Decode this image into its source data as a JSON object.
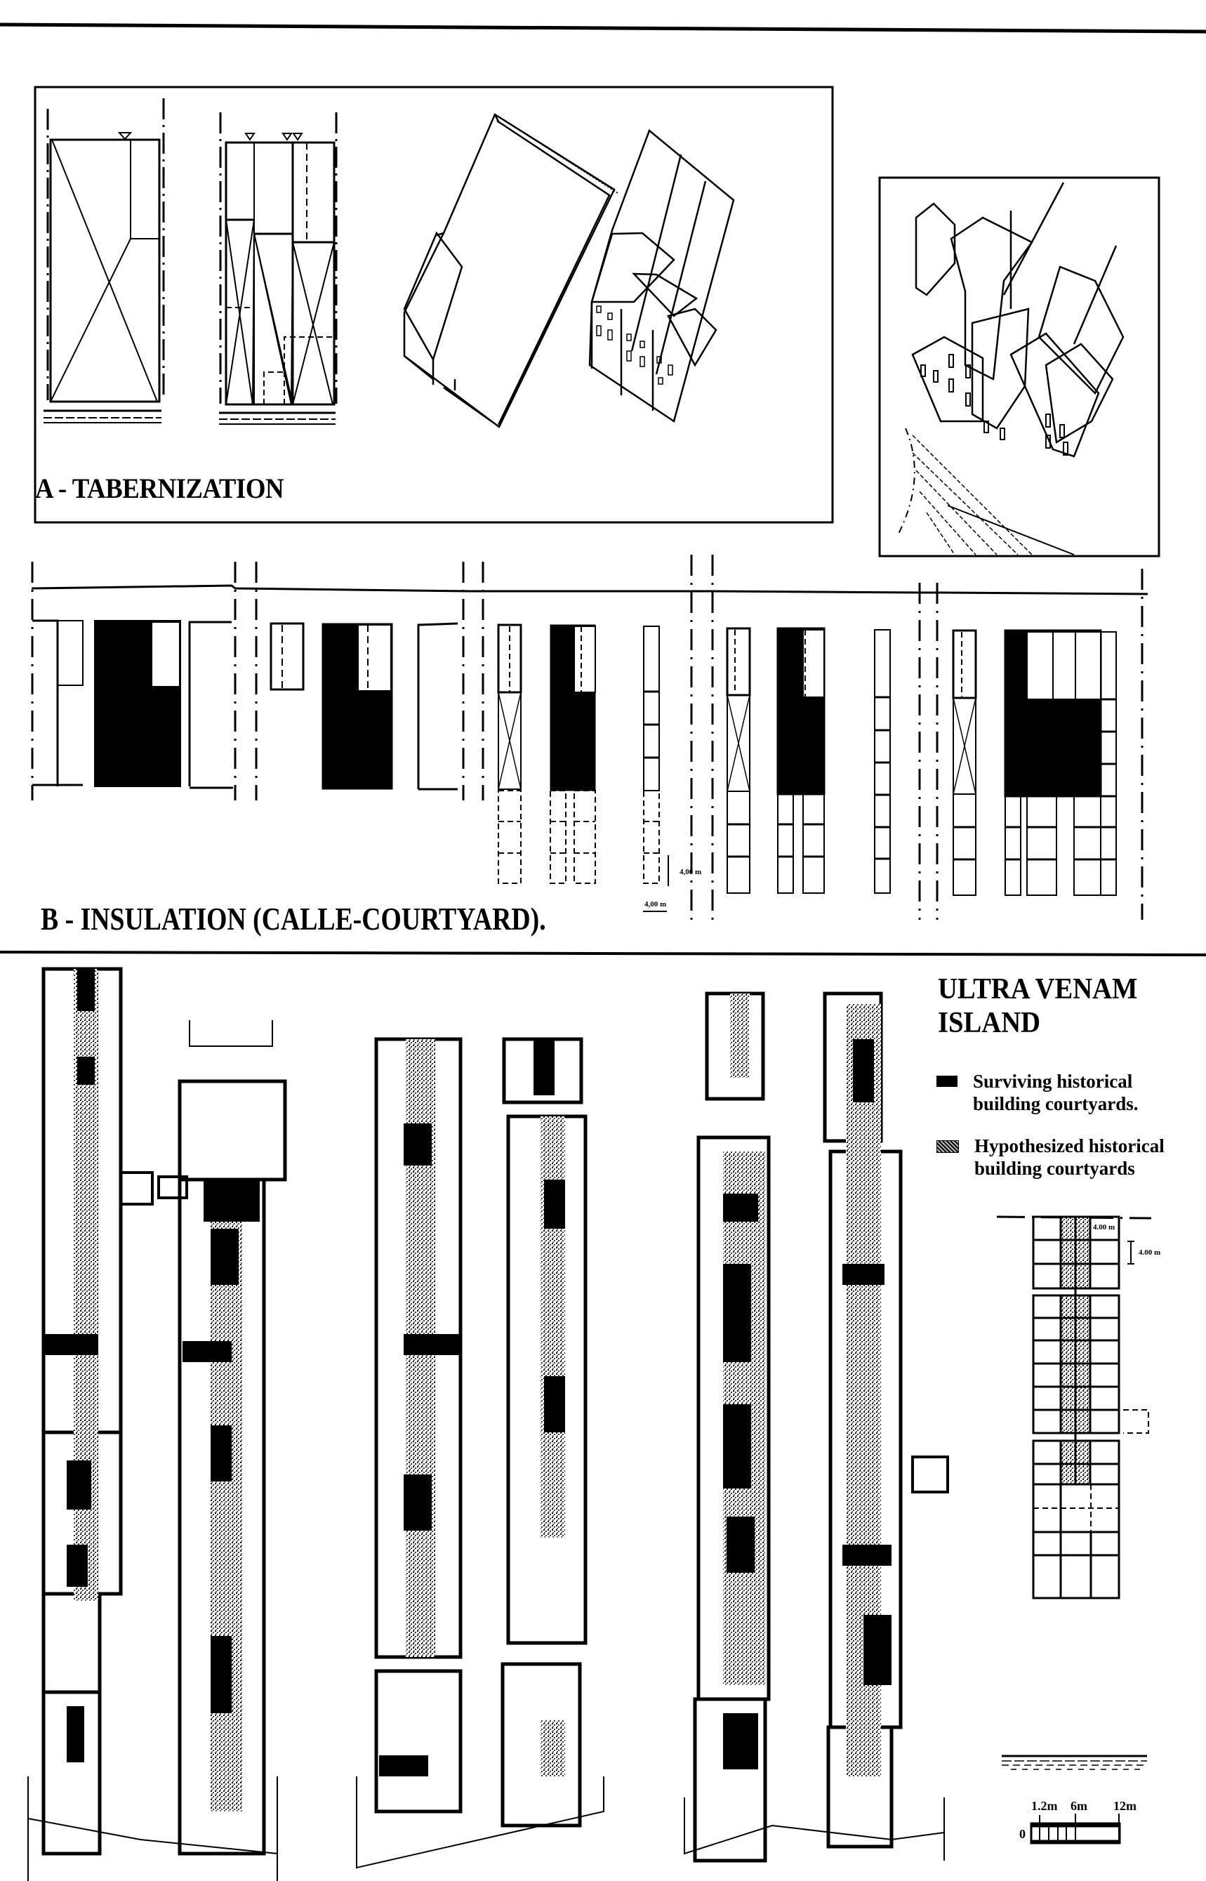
{
  "section_a": {
    "title": "A - TABERNIZATION",
    "panels": [
      "single-lot plan",
      "subdivided-lot plan",
      "isometric single building",
      "isometric subdivided houses",
      "perspective street view"
    ]
  },
  "section_b": {
    "title": "B - INSULATION (CALLE-COURTYARD).",
    "stages": 5,
    "dimension_vertical": "4,00 m",
    "dimension_horizontal": "4,00 m"
  },
  "section_c": {
    "title_line1": "ULTRA VENAM",
    "title_line2": "ISLAND",
    "legend": [
      {
        "swatch": "solid-black",
        "line1": "Surviving historical",
        "line2": "building courtyards."
      },
      {
        "swatch": "stipple",
        "line1": "Hypothesized historical",
        "line2": "building courtyards"
      }
    ],
    "grid_dim_1": "4.00 m",
    "grid_dim_2": "4.00 m",
    "scale_bar": {
      "zero": "0",
      "labels": [
        "1.2m",
        "6m",
        "12m"
      ]
    }
  },
  "colors": {
    "ink": "#000000",
    "paper": "#ffffff",
    "stipple": "#9a9a9a"
  }
}
